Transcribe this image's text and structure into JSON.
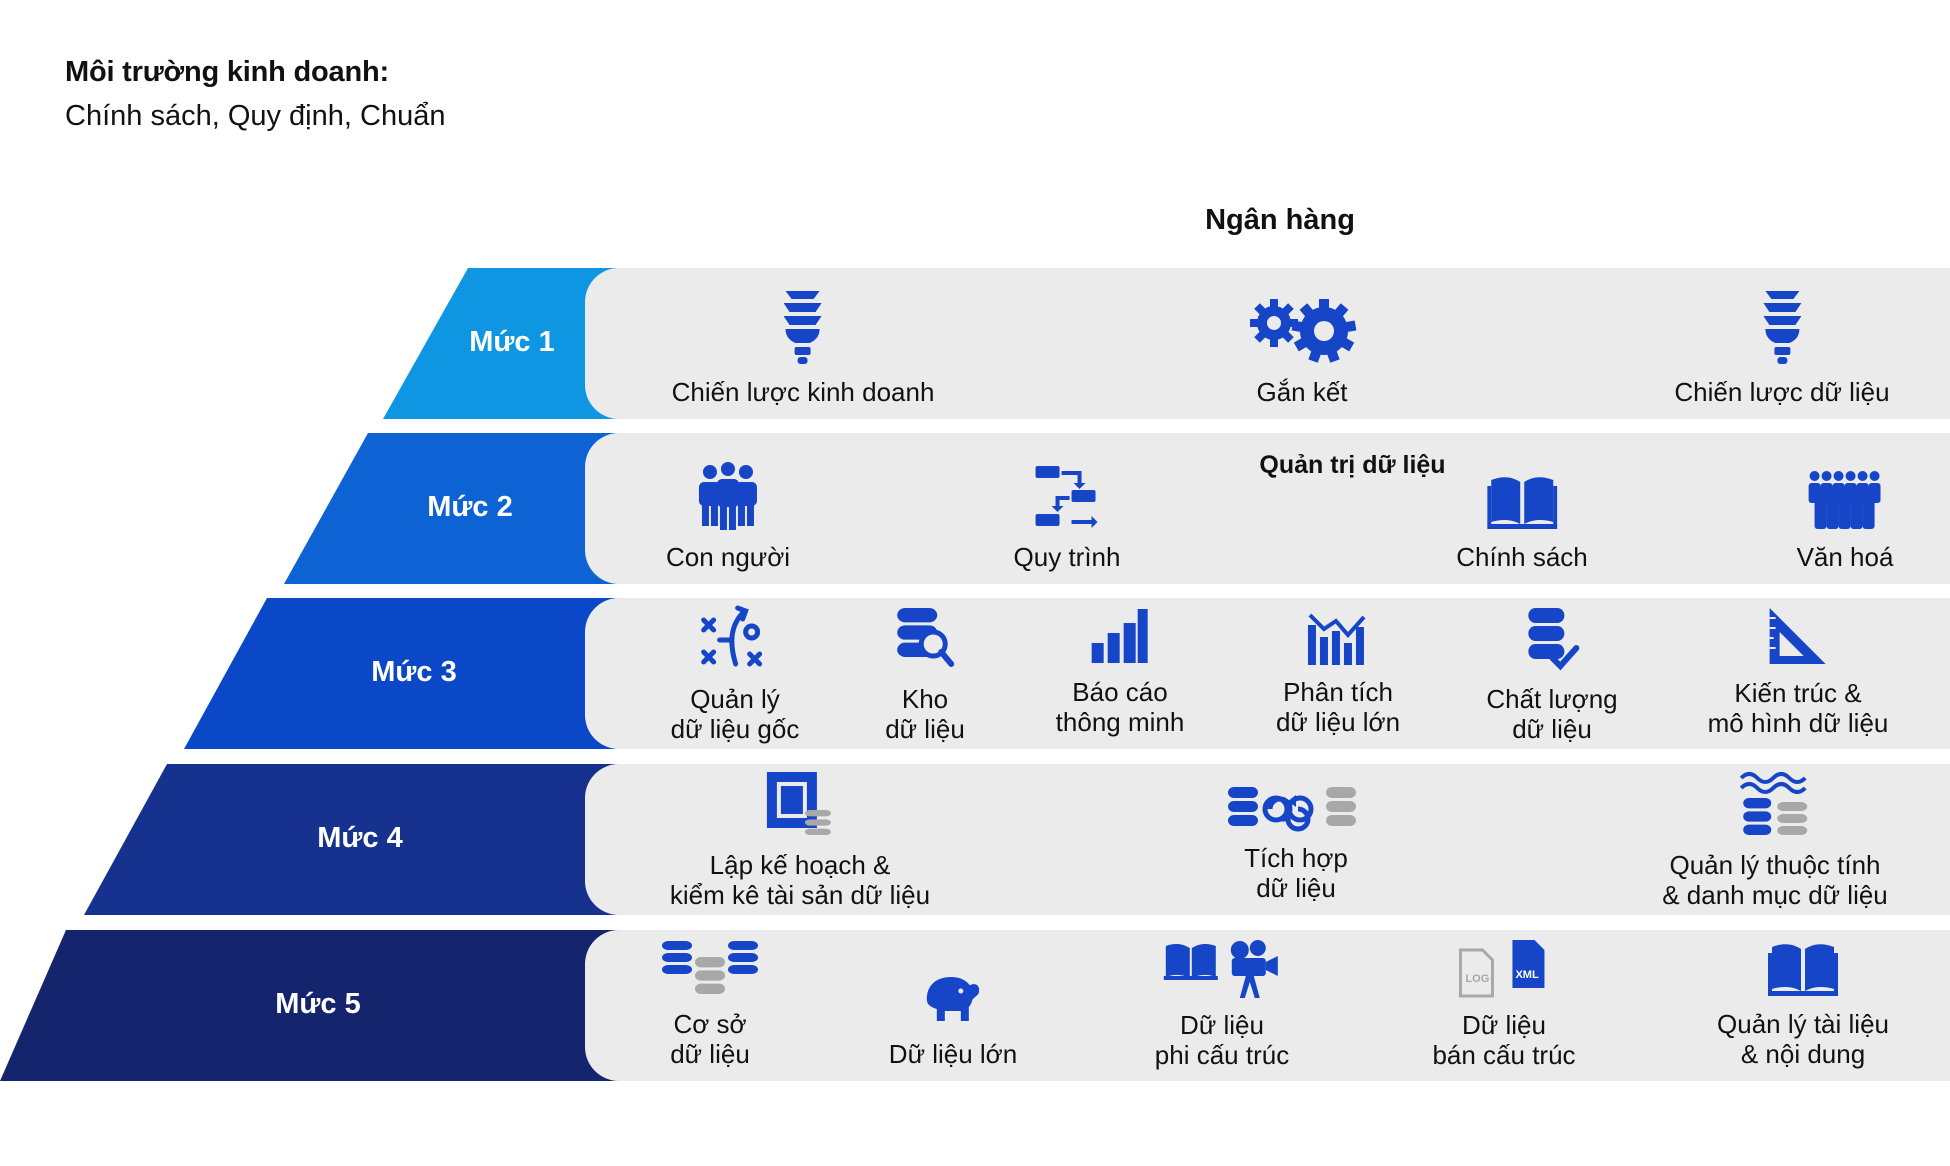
{
  "environment": {
    "title": "Môi trường kinh doanh:",
    "subtitle": "Chính sách, Quy định, Chuẩn"
  },
  "bank_title": "Ngân hàng",
  "colors": {
    "level1": "#0e96e3",
    "level2": "#0d63d4",
    "level3": "#0a48c8",
    "level4": "#16318e",
    "level5": "#14246d",
    "icon": "#1646c7",
    "icon_gray": "#a8a8a8",
    "panel": "#ebebeb"
  },
  "levels": [
    {
      "label": "Mức 1",
      "title": "",
      "items": [
        {
          "lines": [
            "Chiến lược kinh doanh"
          ],
          "icon": "lightbulb-icon"
        },
        {
          "lines": [
            "Gắn kết"
          ],
          "icon": "gears-icon"
        },
        {
          "lines": [
            "Chiến lược dữ liệu"
          ],
          "icon": "lightbulb-icon"
        }
      ]
    },
    {
      "label": "Mức 2",
      "title": "Quản trị dữ liệu",
      "items": [
        {
          "lines": [
            "Con người"
          ],
          "icon": "people-group-icon"
        },
        {
          "lines": [
            "Quy trình"
          ],
          "icon": "process-flow-icon"
        },
        {
          "lines": [
            "Chính sách"
          ],
          "icon": "open-book-icon"
        },
        {
          "lines": [
            "Văn hoá"
          ],
          "icon": "crowd-icon"
        }
      ]
    },
    {
      "label": "Mức 3",
      "title": "",
      "items": [
        {
          "lines": [
            "Quản lý",
            "dữ liệu gốc"
          ],
          "icon": "strategy-play-icon"
        },
        {
          "lines": [
            "Kho",
            "dữ liệu"
          ],
          "icon": "database-search-icon"
        },
        {
          "lines": [
            "Báo cáo",
            "thông minh"
          ],
          "icon": "bar-chart-icon"
        },
        {
          "lines": [
            "Phân tích",
            "dữ liệu lớn"
          ],
          "icon": "analytics-chart-icon"
        },
        {
          "lines": [
            "Chất lượng",
            "dữ liệu"
          ],
          "icon": "database-check-icon"
        },
        {
          "lines": [
            "Kiến trúc &",
            "mô hình dữ liệu"
          ],
          "icon": "set-square-icon"
        }
      ]
    },
    {
      "label": "Mức 4",
      "title": "",
      "items": [
        {
          "lines": [
            "Lập kế hoạch &",
            "kiểm kê tài sản dữ liệu"
          ],
          "icon": "blueprint-database-icon"
        },
        {
          "lines": [
            "Tích hợp",
            "dữ liệu"
          ],
          "icon": "database-sync-icon"
        },
        {
          "lines": [
            "Quản lý thuộc tính",
            "& danh mục dữ liệu"
          ],
          "icon": "data-lake-icon"
        }
      ]
    },
    {
      "label": "Mức 5",
      "title": "",
      "items": [
        {
          "lines": [
            "Cơ sở",
            "dữ liệu"
          ],
          "icon": "databases-icon"
        },
        {
          "lines": [
            "Dữ liệu lớn"
          ],
          "icon": "elephant-icon"
        },
        {
          "lines": [
            "Dữ liệu",
            "phi cấu trúc"
          ],
          "icon": "book-camera-icon"
        },
        {
          "lines": [
            "Dữ liệu",
            "bán cấu trúc"
          ],
          "icon": "log-xml-files-icon"
        },
        {
          "lines": [
            "Quản lý tài liệu",
            "& nội dung"
          ],
          "icon": "open-book-icon"
        }
      ]
    }
  ]
}
